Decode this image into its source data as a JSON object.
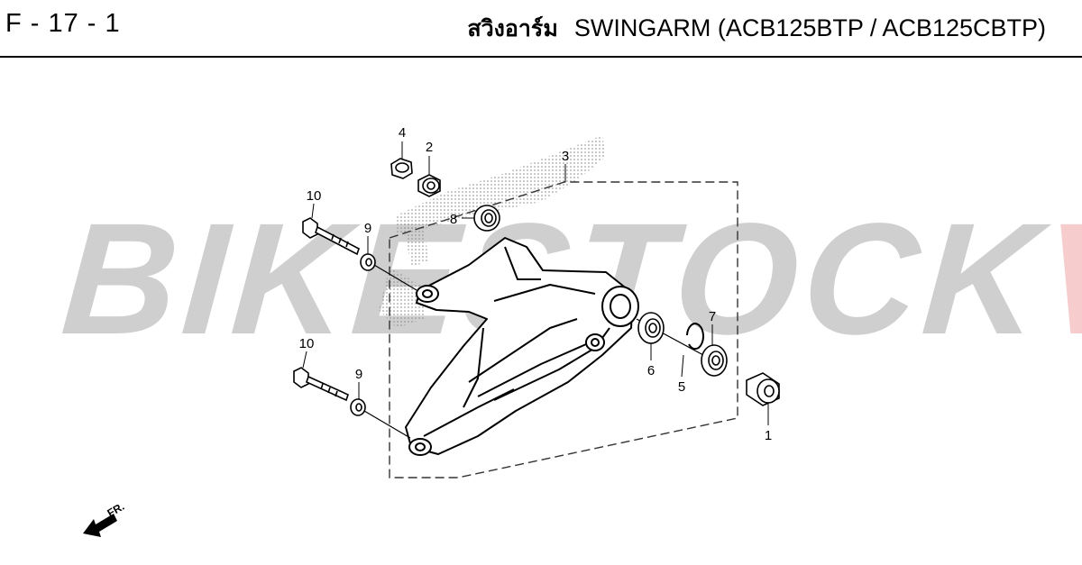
{
  "header": {
    "page_code": "F - 17 - 1",
    "title_thai": "สวิงอาร์ม",
    "title": "SWINGARM (ACB125BTP / ACB125CBTP)"
  },
  "watermark": {
    "text_main": "BIKESTOCK",
    "text_accent": "VN",
    "color_main": "#cfcfcf",
    "color_accent": "#f6cccc"
  },
  "diagram": {
    "callouts": [
      "4",
      "2",
      "3",
      "10",
      "9",
      "8",
      "10",
      "9",
      "7",
      "6",
      "5",
      "1"
    ],
    "direction_label": "FR."
  }
}
